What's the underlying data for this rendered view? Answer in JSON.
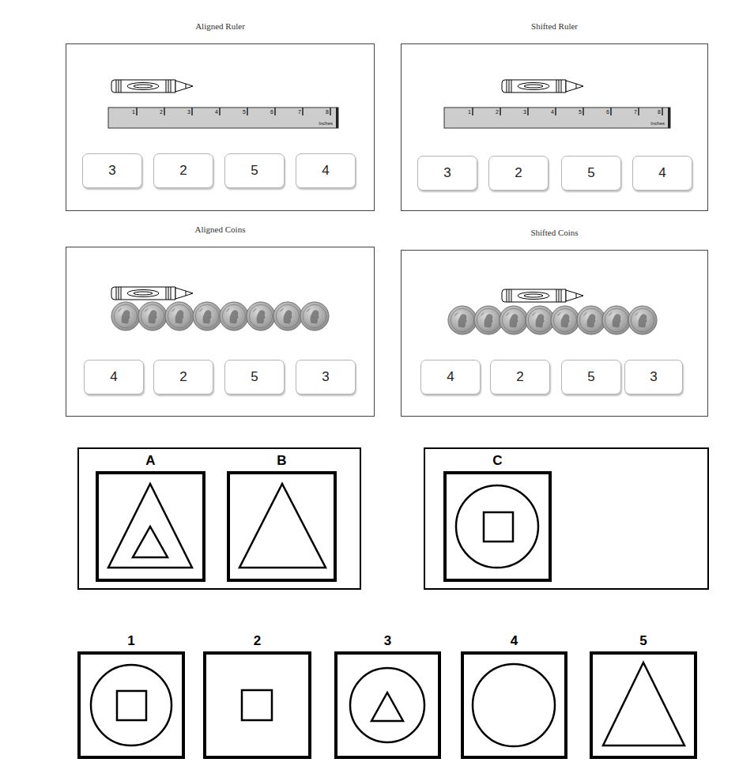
{
  "diagram": {
    "nodes": [
      {
        "text": [
          "Aligned Ruler"
        ]
      },
      {
        "text": [
          "1",
          "2",
          "3",
          "4",
          "5",
          "6",
          "7",
          "8",
          "Inches"
        ],
        "in": 0
      },
      {
        "text": [
          "3"
        ],
        "in": 0
      },
      {
        "text": [
          "2"
        ],
        "in": 0
      },
      {
        "text": [
          "5"
        ],
        "in": 0
      },
      {
        "text": [
          "4"
        ],
        "in": 0
      },
      {
        "text": [
          "Shifted Ruler"
        ]
      },
      {
        "text": [
          "1",
          "2",
          "3",
          "4",
          "5",
          "6",
          "7",
          "8",
          "Inches"
        ],
        "in": 6
      },
      {
        "text": [
          "3"
        ],
        "in": 6
      },
      {
        "text": [
          "2"
        ],
        "in": 6
      },
      {
        "text": [
          "5"
        ],
        "in": 6
      },
      {
        "text": [
          "4"
        ],
        "in": 6
      },
      {
        "text": [
          "Aligned Coins"
        ]
      },
      {
        "text": [
          "4"
        ],
        "in": 12
      },
      {
        "text": [
          "2"
        ],
        "in": 12
      },
      {
        "text": [
          "5"
        ],
        "in": 12
      },
      {
        "text": [
          "3"
        ],
        "in": 12
      },
      {
        "text": [
          "Shifted Coins"
        ]
      },
      {
        "text": [
          "4"
        ],
        "in": 17
      },
      {
        "text": [
          "2"
        ],
        "in": 17
      },
      {
        "text": [
          "5"
        ],
        "in": 17
      },
      {
        "text": [
          "3"
        ],
        "in": 17
      },
      {
        "text": [
          "A"
        ]
      },
      {
        "text": [
          "B"
        ]
      },
      {
        "text": [
          "C"
        ]
      },
      {
        "text": [
          "1"
        ]
      },
      {
        "text": [
          "2"
        ]
      },
      {
        "text": [
          "3"
        ]
      },
      {
        "text": [
          "4"
        ]
      },
      {
        "text": [
          "5"
        ]
      }
    ]
  }
}
